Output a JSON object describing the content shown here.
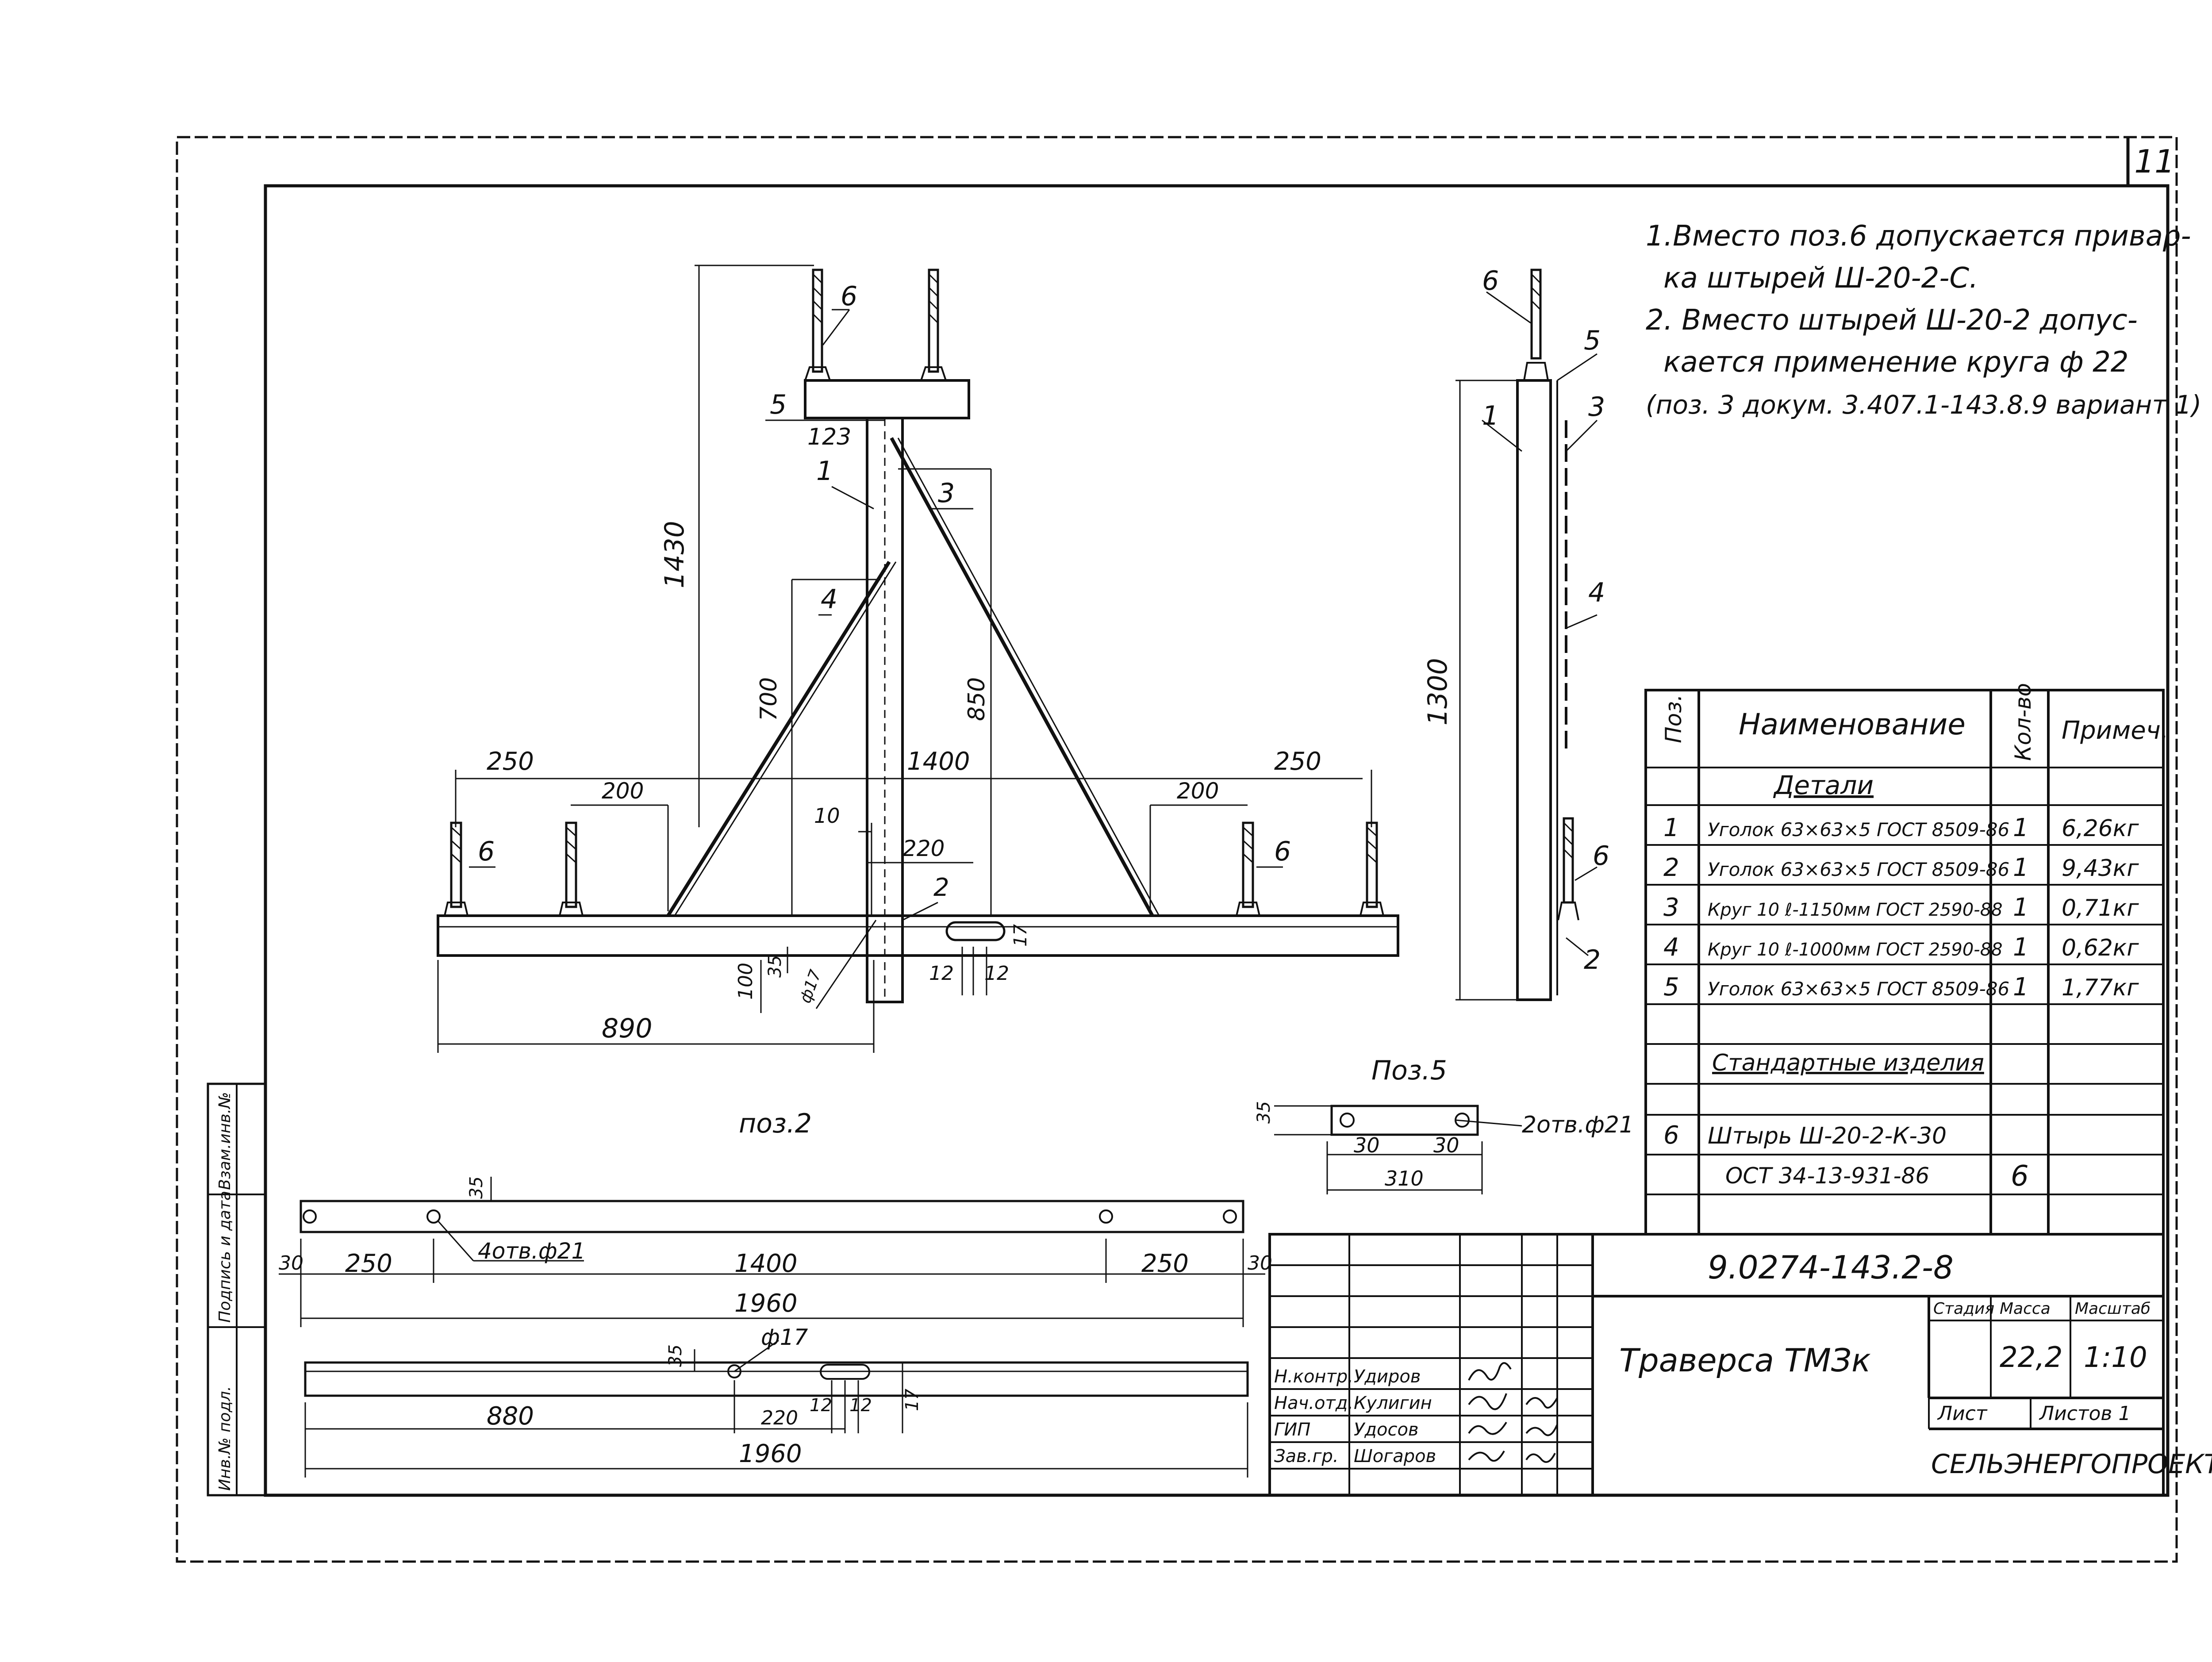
{
  "sheet_number": "11",
  "notes": [
    "1.Вместо поз.6 допускается привар-",
    "ка штырей Ш-20-2-С.",
    "2. Вместо штырей Ш-20-2 допус-",
    "кается применение круга ф 22",
    "(поз. 3 докум. 3.407.1-143.8.9 вариант 1)"
  ],
  "front_view": {
    "dims": {
      "h1430": "1430",
      "d123": "123",
      "d700": "700",
      "d850": "850",
      "d1400": "1400",
      "d250_left": "250",
      "d250_right": "250",
      "d200_left": "200",
      "d200_right": "200",
      "d10": "10",
      "d220": "220",
      "d100": "100",
      "d35": "35",
      "d12a": "12",
      "d12b": "12",
      "d17": "17",
      "hole17": "ф17",
      "d890": "890"
    },
    "pos_labels": {
      "p1": "1",
      "p2": "2",
      "p3": "3",
      "p4": "4",
      "p5": "5",
      "p6_top": "6",
      "p6_left": "6",
      "p6_right": "6"
    }
  },
  "side_view": {
    "dims": {
      "h1300": "1300"
    },
    "pos_labels": {
      "p1": "1",
      "p2": "2",
      "p3": "3",
      "p4": "4",
      "p5": "5",
      "p6_top": "6",
      "p6_bottom": "6"
    }
  },
  "pos5_detail": {
    "title": "Поз.5",
    "dims": {
      "d35": "35",
      "d30a": "30",
      "d30b": "30",
      "d310": "310"
    },
    "holes": "2отв.ф21"
  },
  "pos2_detail": {
    "title": "поз.2",
    "dims": {
      "d35_top": "35",
      "holes": "4отв.ф21",
      "d30_left": "30",
      "d250_left": "250",
      "d1400": "1400",
      "d250_right": "250",
      "d30_right": "30",
      "d1960_top": "1960",
      "d35_bottom": "35",
      "hole17": "ф17",
      "d880": "880",
      "d220": "220",
      "d12a": "12",
      "d12b": "12",
      "d17": "17",
      "d1960_bottom": "1960"
    }
  },
  "spec_table": {
    "headers": {
      "pos": "Поз.",
      "name": "Наименование",
      "qty": "Кол-во",
      "note": "Примеч."
    },
    "section_details": "Детали",
    "rows": [
      {
        "pos": "1",
        "name": "Уголок 63×63×5 ГОСТ 8509-86",
        "qty": "1",
        "note": "6,26кг"
      },
      {
        "pos": "2",
        "name": "Уголок 63×63×5 ГОСТ 8509-86",
        "qty": "1",
        "note": "9,43кг"
      },
      {
        "pos": "3",
        "name": "Круг 10 ℓ-1150мм ГОСТ 2590-88",
        "qty": "1",
        "note": "0,71кг"
      },
      {
        "pos": "4",
        "name": "Круг 10 ℓ-1000мм ГОСТ 2590-88",
        "qty": "1",
        "note": "0,62кг"
      },
      {
        "pos": "5",
        "name": "Уголок 63×63×5 ГОСТ 8509-86",
        "qty": "1",
        "note": "1,77кг"
      }
    ],
    "section_standard": "Стандартные изделия",
    "std_rows": [
      {
        "pos": "6",
        "name": "Штырь Ш-20-2-К-30",
        "qty": "",
        "note": ""
      },
      {
        "pos": "",
        "name": "ОСТ 34-13-931-86",
        "qty": "6",
        "note": ""
      }
    ]
  },
  "title_block": {
    "doc_code": "9.0274-143.2-8",
    "title": "Траверса ТМЗк",
    "stage_label": "Стадия",
    "mass_label": "Масса",
    "scale_label": "Масштаб",
    "mass": "22,2",
    "scale": "1:10",
    "sheet_label": "Лист",
    "sheets_label": "Листов 1",
    "org": "СЕЛЬЭНЕРГОПРОЕКТ",
    "signers": [
      {
        "role": "Н.контр.",
        "name": "Удиров"
      },
      {
        "role": "Нач.отд.",
        "name": "Кулигин"
      },
      {
        "role": "ГИП",
        "name": "Удосов"
      },
      {
        "role": "Зав.гр.",
        "name": "Шогаров"
      }
    ]
  },
  "side_stamp": [
    "Инв.№ подл.",
    "Подпись и дата",
    "Взам.инв.№"
  ]
}
